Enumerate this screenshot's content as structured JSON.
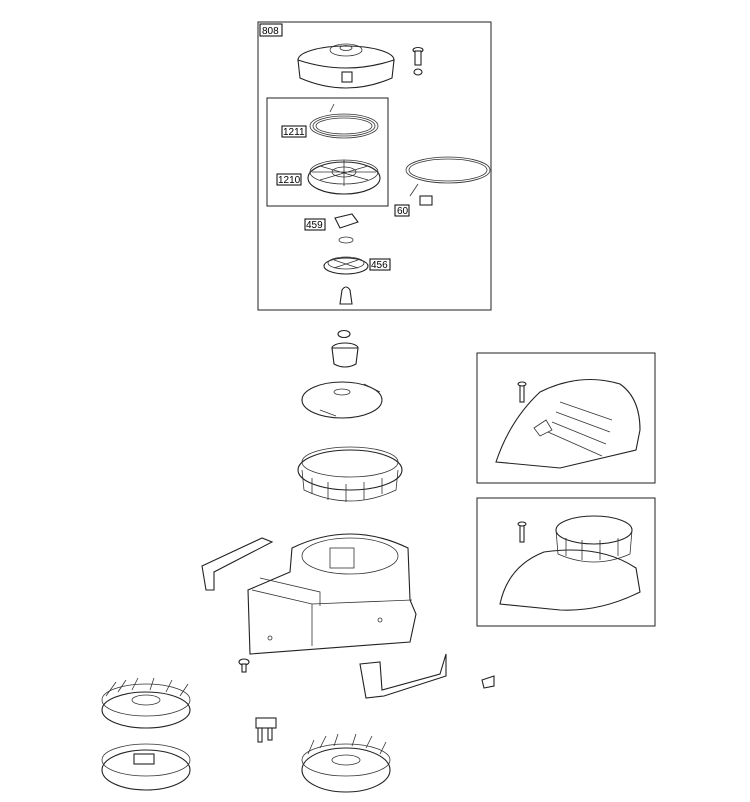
{
  "diagram": {
    "labels": {
      "assembly": "808",
      "spring": "1211",
      "pulley": "1210",
      "rope": "60",
      "pawl": "459",
      "retainer": "456"
    }
  }
}
